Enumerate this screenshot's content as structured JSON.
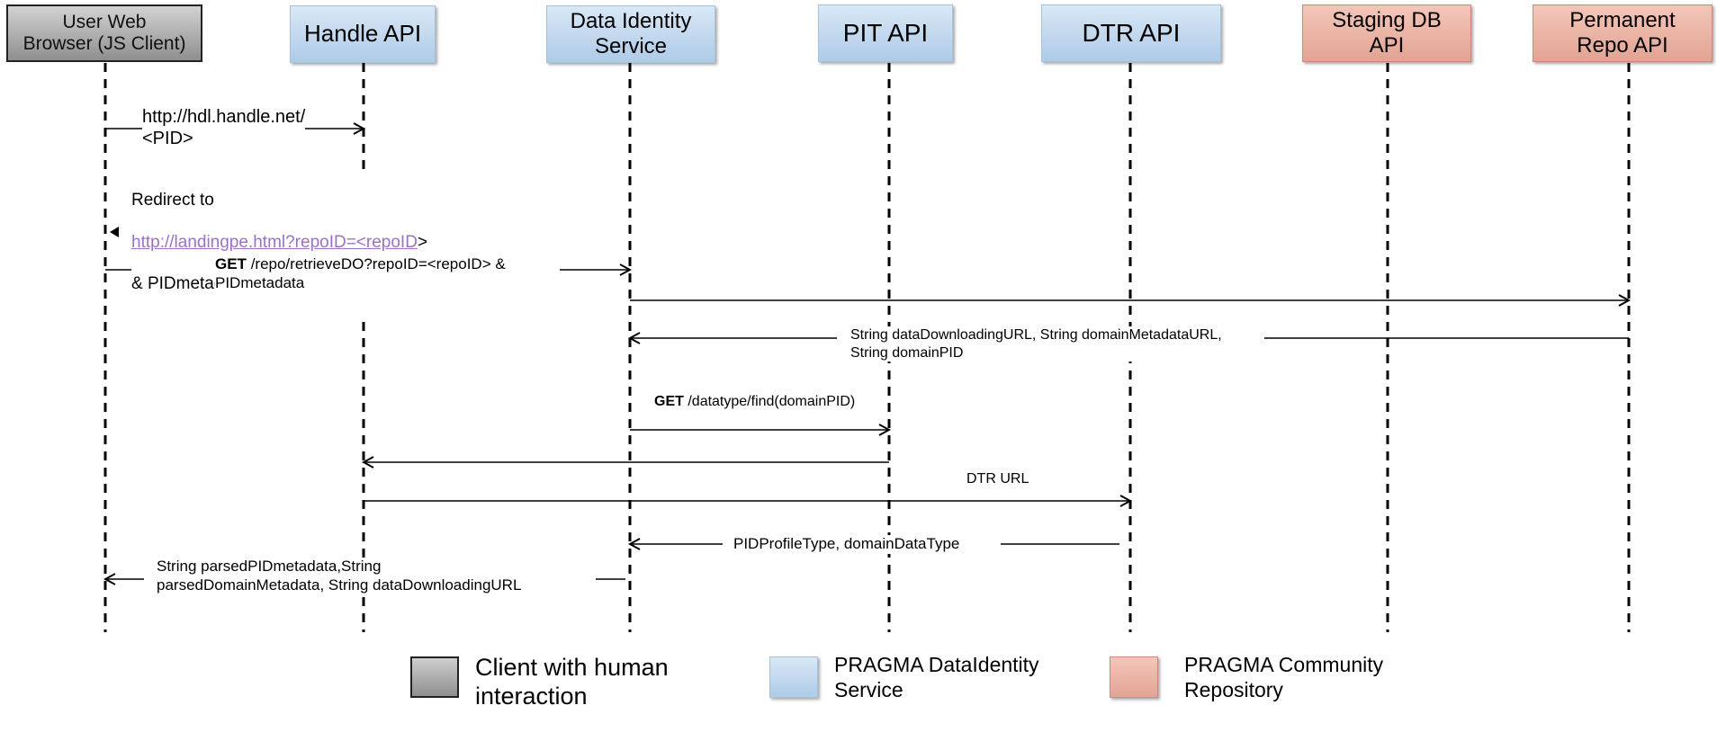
{
  "actors": [
    {
      "id": "browser",
      "label": "User Web\nBrowser (JS Client)",
      "kind": "client"
    },
    {
      "id": "handle",
      "label": "Handle API",
      "kind": "service"
    },
    {
      "id": "dis",
      "label": "Data Identity\nService",
      "kind": "service"
    },
    {
      "id": "pit",
      "label": "PIT API",
      "kind": "service"
    },
    {
      "id": "dtr",
      "label": "DTR API",
      "kind": "service"
    },
    {
      "id": "staging",
      "label": "Staging DB\nAPI",
      "kind": "repository"
    },
    {
      "id": "permanent",
      "label": "Permanent\nRepo API",
      "kind": "repository"
    }
  ],
  "messages": [
    {
      "from": "browser",
      "to": "handle",
      "text": "http://hdl.handle.net/\n<PID>"
    },
    {
      "from": "handle",
      "to": "browser",
      "text_prefix": "Redirect to",
      "link": "http://landingpe.html?repoID=<repoID",
      "link_suffix": ">",
      "text_suffix": "& PIDmetadata"
    },
    {
      "from": "browser",
      "to": "dis",
      "method": "GET",
      "text": "/repo/retrieveDO?repoID=<repoID> &\nPIDmetadata"
    },
    {
      "from": "dis",
      "to": "permanent",
      "text": ""
    },
    {
      "from": "permanent",
      "to": "dis",
      "text": "String dataDownloadingURL, String domainMetadataURL,\nString domainPID"
    },
    {
      "from": "dis",
      "to": "pit",
      "method": "GET",
      "text": "/datatype/find(domainPID)"
    },
    {
      "from": "pit",
      "to": "handle",
      "text": ""
    },
    {
      "from": "handle",
      "to": "dtr",
      "text": "DTR URL"
    },
    {
      "from": "dtr",
      "to": "dis",
      "text": "PIDProfileType, domainDataType"
    },
    {
      "from": "dis",
      "to": "browser",
      "text": "String parsedPIDmetadata,String\nparsedDomainMetadata, String dataDownloadingURL"
    }
  ],
  "legend": [
    {
      "label": "Client with human\ninteraction",
      "kind": "client"
    },
    {
      "label": "PRAGMA DataIdentity\nService",
      "kind": "service"
    },
    {
      "label": "PRAGMA Community\nRepository",
      "kind": "repository"
    }
  ],
  "colors": {
    "client": "#a8a8a8",
    "service": "#c4daef",
    "repository": "#ebb5a6",
    "link": "#9b72c7",
    "line": "#000000"
  }
}
